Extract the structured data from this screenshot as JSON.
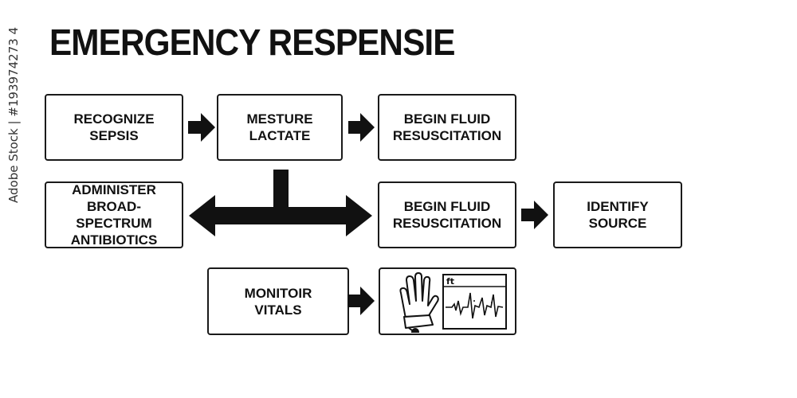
{
  "title": "EMERGENCY RESPENSIE",
  "boxes": {
    "recognize": "RECOGNIZE\nSEPSIS",
    "mesture": "MESTURE\nLACTATE",
    "fluid_top": "BEGIN FLUID\nRESUSCITATION",
    "administer": "ADMINISTER\nBROAD-SPECTRUM\nANTIBIOTICS",
    "fluid_mid": "BEGIN FLUID\nRESUSCITATION",
    "identify": "IDENTIFY\nSOURCE",
    "monitor_vitals": "MONITOIR\nVITALS"
  },
  "monitor_panel": {
    "label": "ft",
    "icons": [
      "hand-icon",
      "ecg-waveform-icon"
    ]
  },
  "watermark": "Adobe Stock | #193974273 4",
  "colors": {
    "ink": "#111111",
    "background": "#ffffff"
  }
}
